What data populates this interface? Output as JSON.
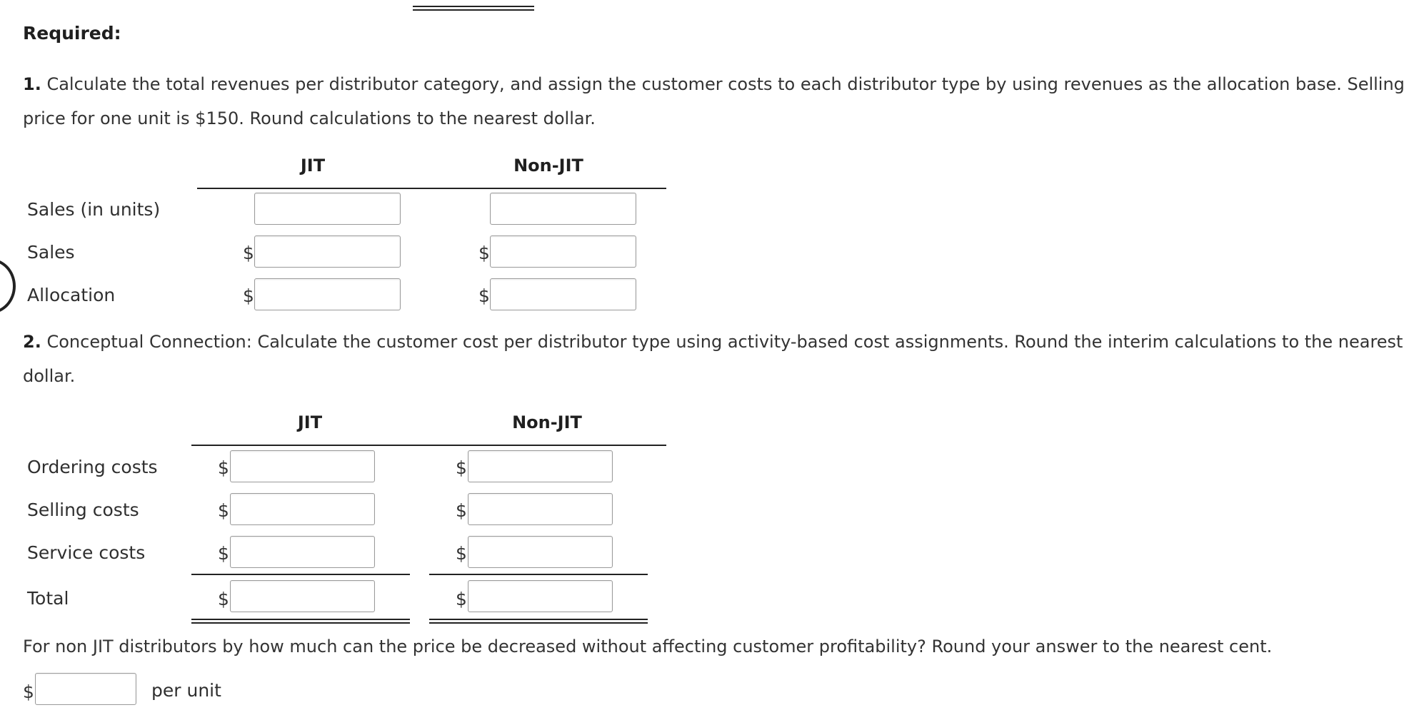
{
  "required_label": "Required:",
  "part1": {
    "number": "1.",
    "text_line1": "Calculate the total revenues per distributor category, and assign the customer costs to each distributor type by using revenues as the allocation base. Selling",
    "text_line2": "price for one unit is $150. Round calculations to the nearest dollar.",
    "col_jit": "JIT",
    "col_nonjit": "Non-JIT",
    "rows": [
      {
        "label": "Sales (in units)",
        "currency": ""
      },
      {
        "label": "Sales",
        "currency": "$"
      },
      {
        "label": "Allocation",
        "currency": "$"
      }
    ]
  },
  "part2": {
    "number": "2.",
    "text_line1": "Conceptual Connection: Calculate the customer cost per distributor type using activity-based cost assignments. Round the interim calculations to the nearest",
    "text_line2": "dollar.",
    "col_jit": "JIT",
    "col_nonjit": "Non-JIT",
    "rows": [
      {
        "label": "Ordering costs",
        "currency": "$"
      },
      {
        "label": "Selling costs",
        "currency": "$"
      },
      {
        "label": "Service costs",
        "currency": "$"
      },
      {
        "label": "Total",
        "currency": "$"
      }
    ]
  },
  "question": {
    "text": "For non JIT distributors by how much can the price be decreased without affecting customer profitability? Round your answer to the nearest cent.",
    "currency": "$",
    "suffix": "per unit",
    "value": ""
  }
}
